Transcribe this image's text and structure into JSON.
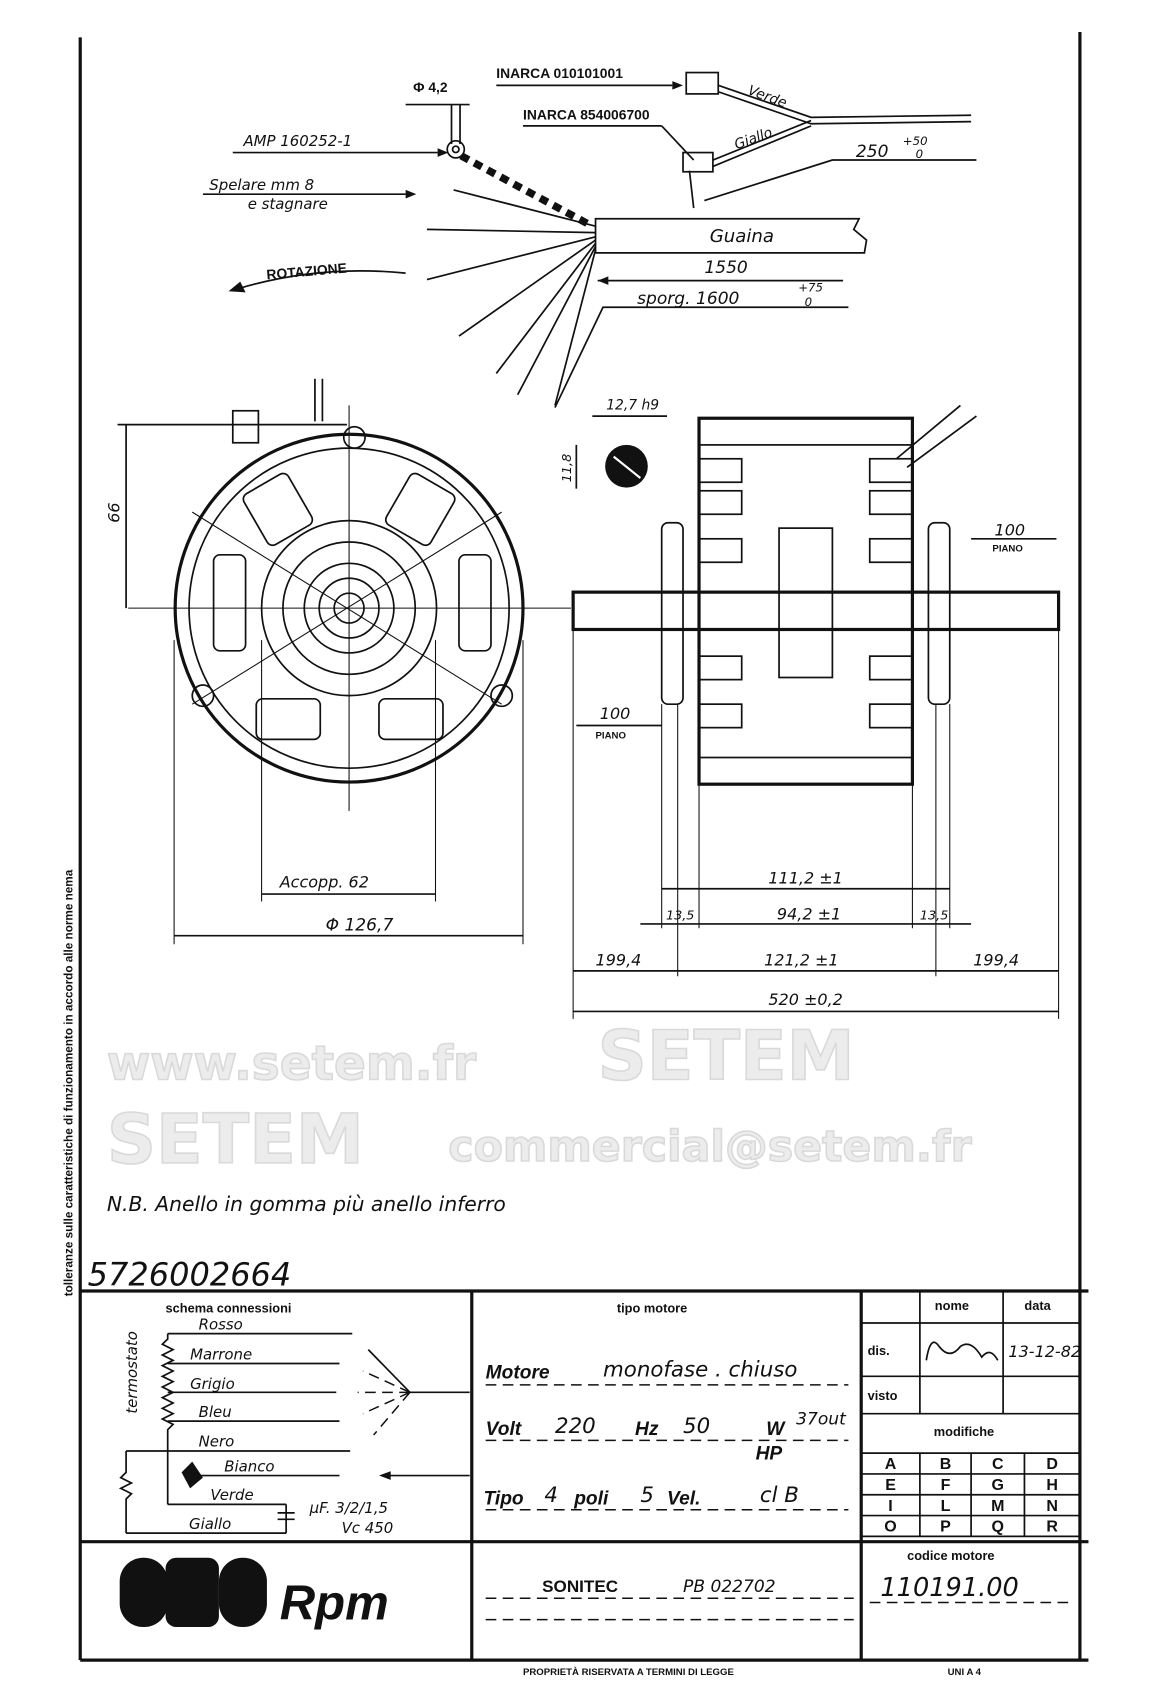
{
  "side_note": "tolleranze sulle caratteristiche di funzionamento in accordo alle norme nema",
  "cable": {
    "terminal_diameter": "Φ 4,2",
    "amp": "AMP 160252-1",
    "inarca_1": "INARCA 010101001",
    "inarca_2": "INARCA 854006700",
    "verde": "Verde",
    "giallo": "Giallo",
    "len_250": "250",
    "len_250_tol_plus": "+50",
    "len_250_tol_minus": "0",
    "strip_1": "Spelare mm 8",
    "strip_2": "e stagnare",
    "sheath": "Guaina",
    "len_1550": "1550",
    "sporg": "sporg. 1600",
    "sporg_tol_plus": "+75",
    "sporg_tol_minus": "0",
    "rotation": "ROTAZIONE"
  },
  "front_view": {
    "height_66": "66",
    "key_width": "12,7 h9",
    "key_height": "11,8",
    "flat_100": "100",
    "flat_label": "PIANO",
    "coupling": "Accopp. 62",
    "diameter": "Φ 126,7"
  },
  "side_view": {
    "flat_100": "100",
    "flat_label": "PIANO",
    "d_111": "111,2 ±1",
    "d_13a": "13,5",
    "d_94": "94,2 ±1",
    "d_13b": "13,5",
    "d_199a": "199,4",
    "d_121": "121,2 ±1",
    "d_199b": "199,4",
    "d_520": "520 ±0,2"
  },
  "watermark": {
    "line1": "www.setem.fr",
    "line2": "SETEM",
    "line3": "SETEM",
    "line4": "commercial@setem.fr"
  },
  "note": "N.B. Anello in gomma più anello inferro",
  "part_number": "5726002664",
  "schema": {
    "title": "schema   connessioni",
    "thermostat": "termostato",
    "wires": [
      "Rosso",
      "Marrone",
      "Grigio",
      "Bleu",
      "Nero",
      "Bianco",
      "Verde",
      "Giallo"
    ],
    "capacitor": "µF. 3/2/1,5",
    "capacitor_v": "Vc 450"
  },
  "motor_type": {
    "header": "tipo   motore",
    "motore_label": "Motore",
    "motore_value": "monofase . chiuso",
    "volt_label": "Volt",
    "volt_value": "220",
    "hz_label": "Hz",
    "hz_value": "50",
    "w_label": "W",
    "w_value": "37out",
    "hp_label": "HP",
    "tipo_label": "Tipo",
    "poli_value": "4",
    "poli_label": "poli",
    "vel_value": "5",
    "vel_label": "Vel.",
    "class_value": "cl B"
  },
  "approval": {
    "nome_header": "nome",
    "data_header": "data",
    "dis_label": "dis.",
    "dis_date": "13-12-82",
    "visto_label": "visto",
    "modifiche_header": "modifiche",
    "letters": [
      "A",
      "B",
      "C",
      "D",
      "E",
      "F",
      "G",
      "H",
      "I",
      "L",
      "M",
      "N",
      "O",
      "P",
      "Q",
      "R"
    ]
  },
  "footer": {
    "brand": "Rpm",
    "customer": "SONITEC",
    "customer_code": "PB 022702",
    "code_header": "codice motore",
    "code_value": "110191.00",
    "rights": "PROPRIETÀ RISERVATA A TERMINI DI LEGGE",
    "paper": "UNI A 4"
  }
}
